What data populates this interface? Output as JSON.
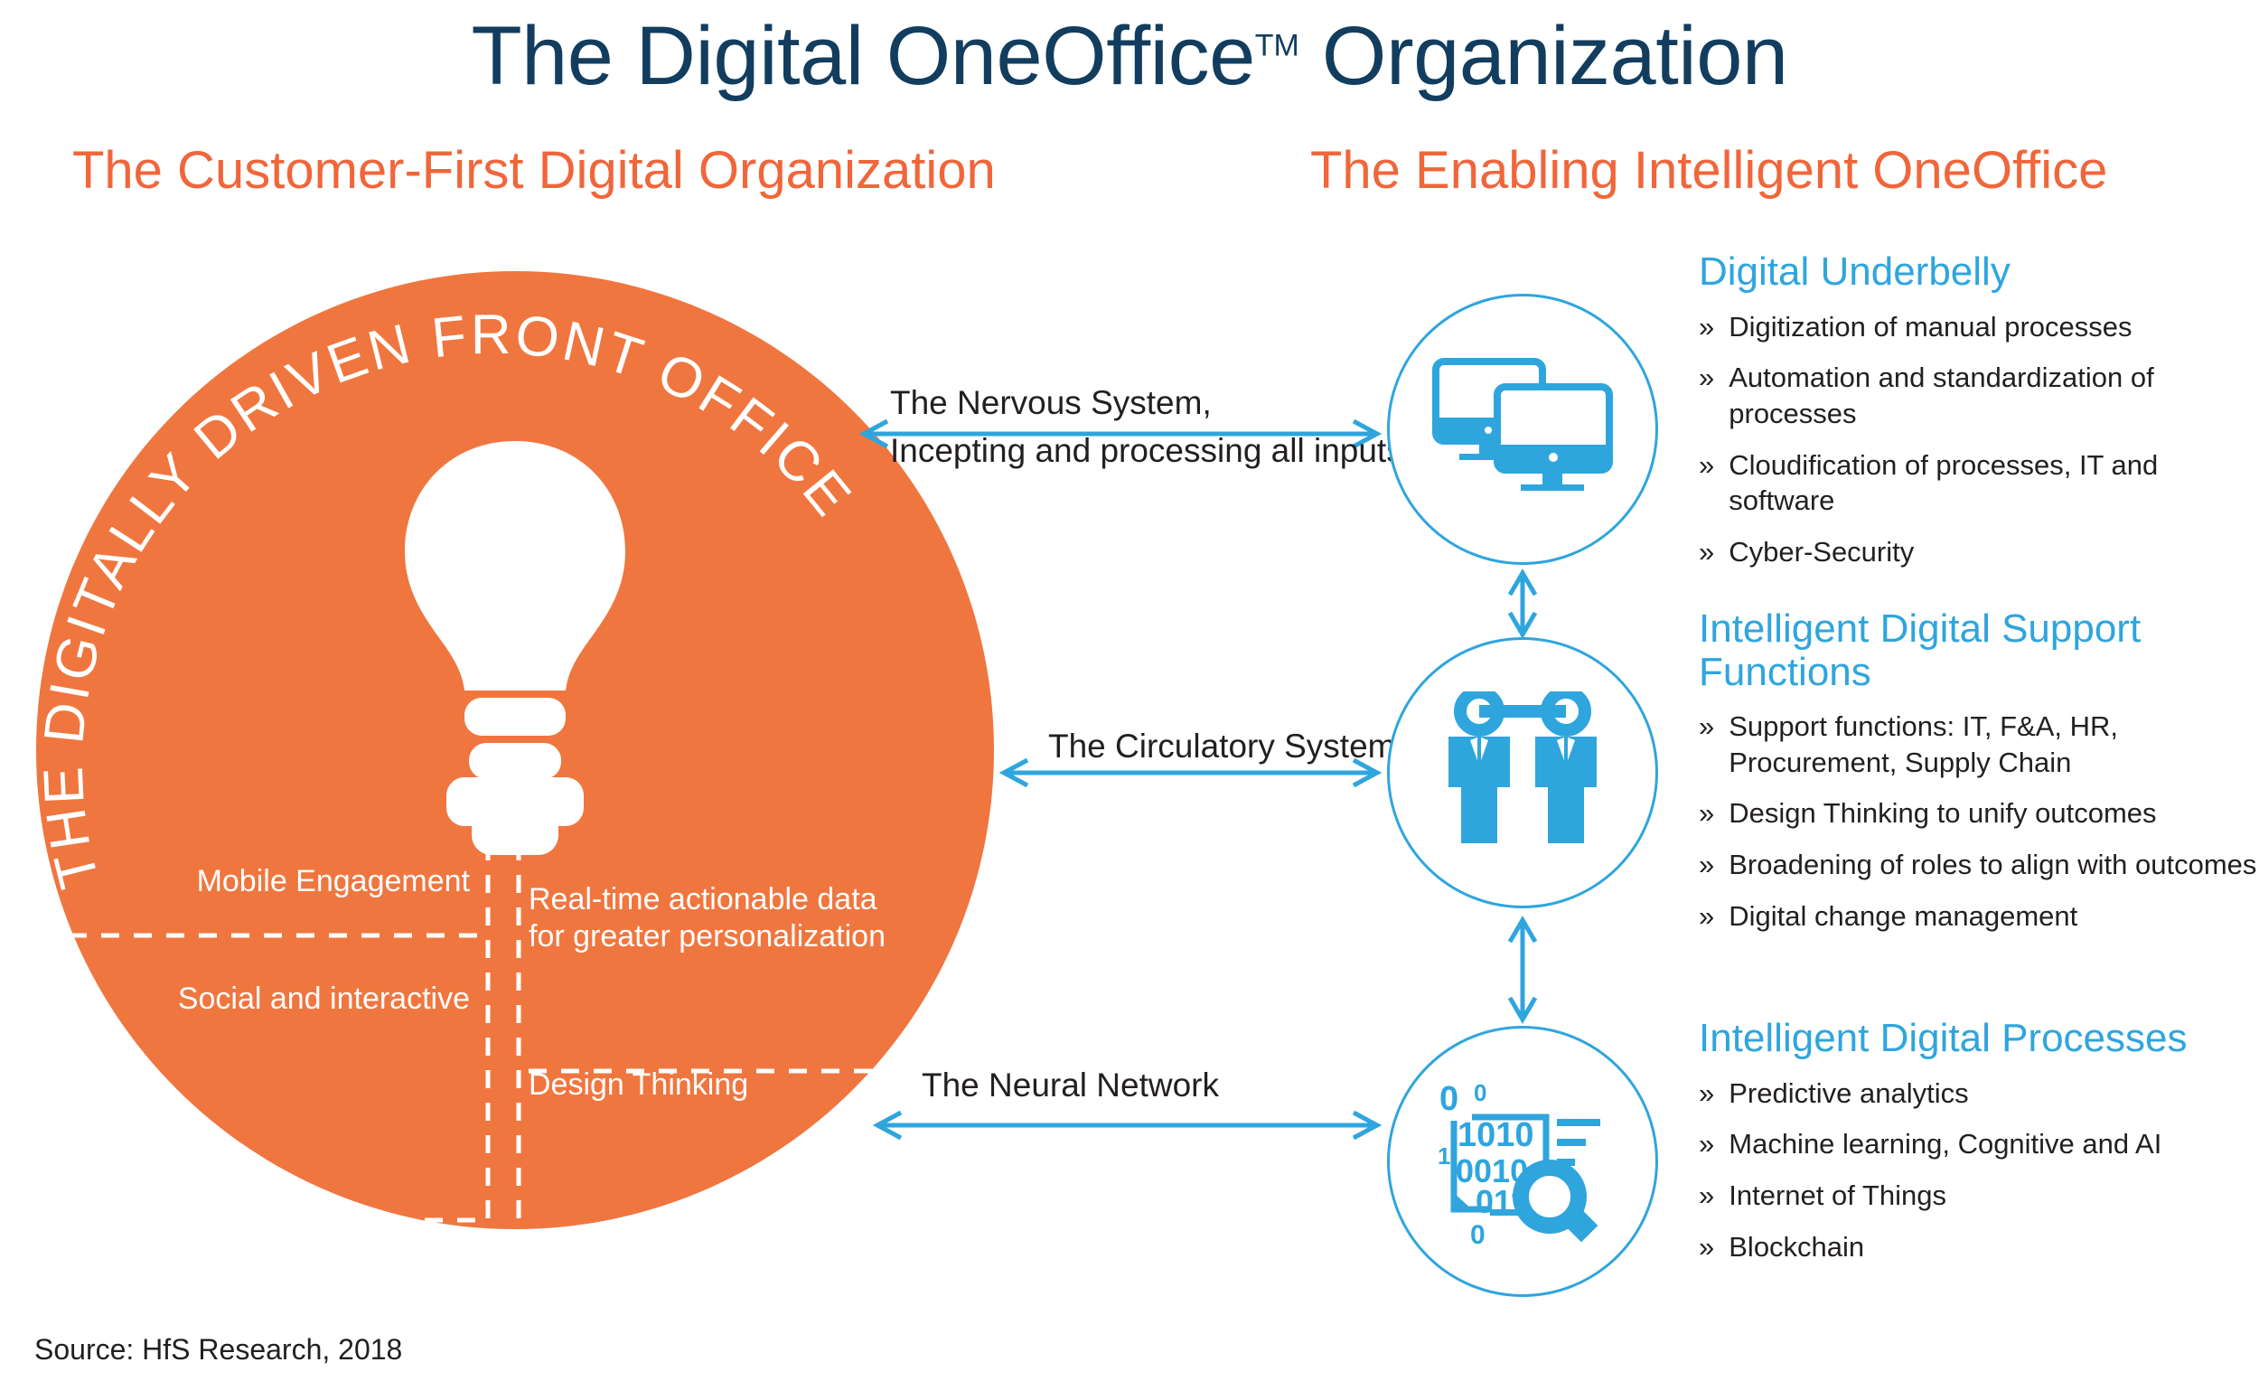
{
  "title": {
    "main": "The Digital OneOffice",
    "trademark": "TM",
    "main_tail": " Organization"
  },
  "columns": {
    "left_heading": "The Customer-First Digital Organization",
    "right_heading": "The Enabling Intelligent OneOffice"
  },
  "front_office": {
    "curved_label": "THE DIGITALLY DRIVEN FRONT OFFICE",
    "labels": {
      "mobile": "Mobile Engagement",
      "social": "Social and interactive",
      "realtime_line1": "Real-time actionable data",
      "realtime_line2": "for greater personalization",
      "design": "Design Thinking"
    }
  },
  "connectors": [
    {
      "name": "nervous-system",
      "line1": "The Nervous System,",
      "line2": "Incepting and processing all inputs"
    },
    {
      "name": "circulatory-system",
      "line1": "The Circulatory System",
      "line2": ""
    },
    {
      "name": "neural-network",
      "line1": "The Neural Network",
      "line2": ""
    }
  ],
  "sections": [
    {
      "icon": "dual-monitor-icon",
      "title": "Digital Underbelly",
      "bullet_marker": "»",
      "bullets": [
        "Digitization of manual processes",
        "Automation and standardization of processes",
        "Cloudification of processes, IT and software",
        "Cyber-Security"
      ]
    },
    {
      "icon": "connected-people-icon",
      "title": "Intelligent Digital Support Functions",
      "bullet_marker": "»",
      "bullets": [
        "Support functions: IT, F&A, HR, Procurement, Supply Chain",
        "Design Thinking to unify outcomes",
        "Broadening of roles to align with outcomes",
        "Digital change management"
      ]
    },
    {
      "icon": "binary-data-search-icon",
      "title": "Intelligent Digital Processes",
      "bullet_marker": "»",
      "bullets": [
        "Predictive analytics",
        "Machine learning, Cognitive and AI",
        "Internet of Things",
        "Blockchain"
      ]
    }
  ],
  "source": "Source: HfS Research, 2018",
  "colors": {
    "orange": "#F0763F",
    "blue": "#2FA5DE",
    "navy": "#123D5E",
    "heading_orange": "#F0663A",
    "text": "#231F20"
  }
}
